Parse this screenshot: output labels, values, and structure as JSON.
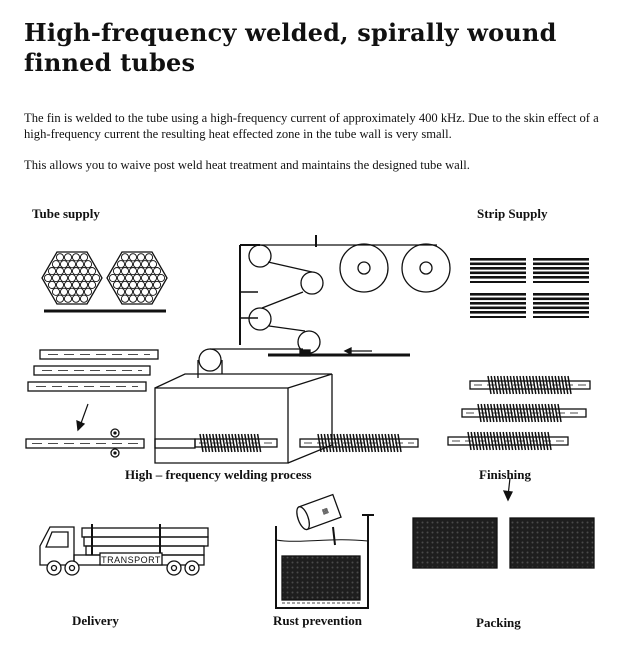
{
  "page": {
    "title": "High-frequency welded, spirally wound finned tubes",
    "paragraphs": [
      "The fin is welded to the tube using a high-frequency current of approximately 400 kHz.  Due to the skin effect of a high-frequency current the resulting heat effected zone in the tube wall is very small.",
      "This allows you to waive post weld heat treatment and maintains the designed tube wall."
    ]
  },
  "diagram": {
    "labels": {
      "tube_supply": "Tube supply",
      "strip_supply": "Strip Supply",
      "welding": "High – frequency welding process",
      "finishing": "Finishing",
      "delivery": "Delivery",
      "rust_prevention": "Rust prevention",
      "packing": "Packing"
    },
    "truck_text": "TRANSPORT"
  }
}
